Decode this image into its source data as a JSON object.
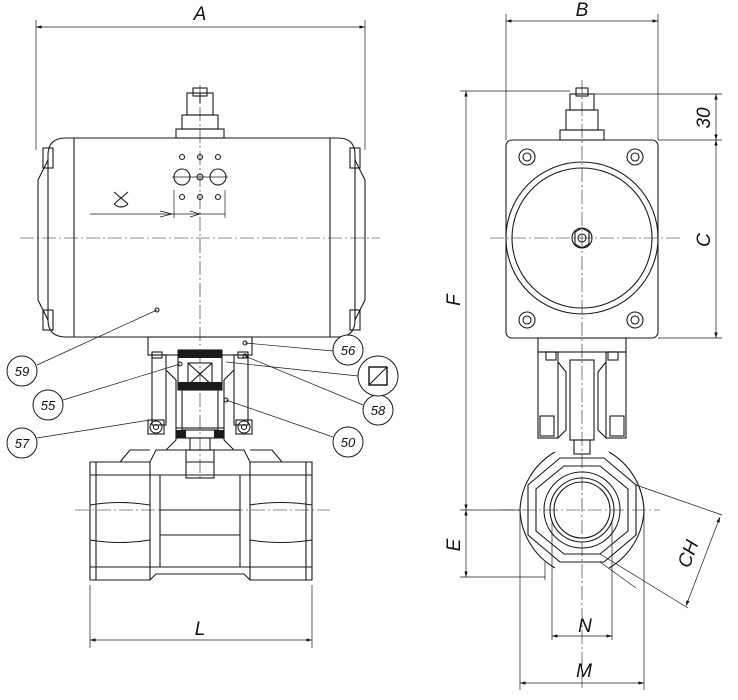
{
  "dimensions": {
    "A": "A",
    "B": "B",
    "C": "C",
    "E": "E",
    "F": "F",
    "L": "L",
    "M": "M",
    "N": "N",
    "CH": "CH",
    "thirty": "30"
  },
  "callouts": {
    "c59": "59",
    "c55": "55",
    "c57": "57",
    "c56": "56",
    "c58": "58",
    "c50": "50"
  }
}
